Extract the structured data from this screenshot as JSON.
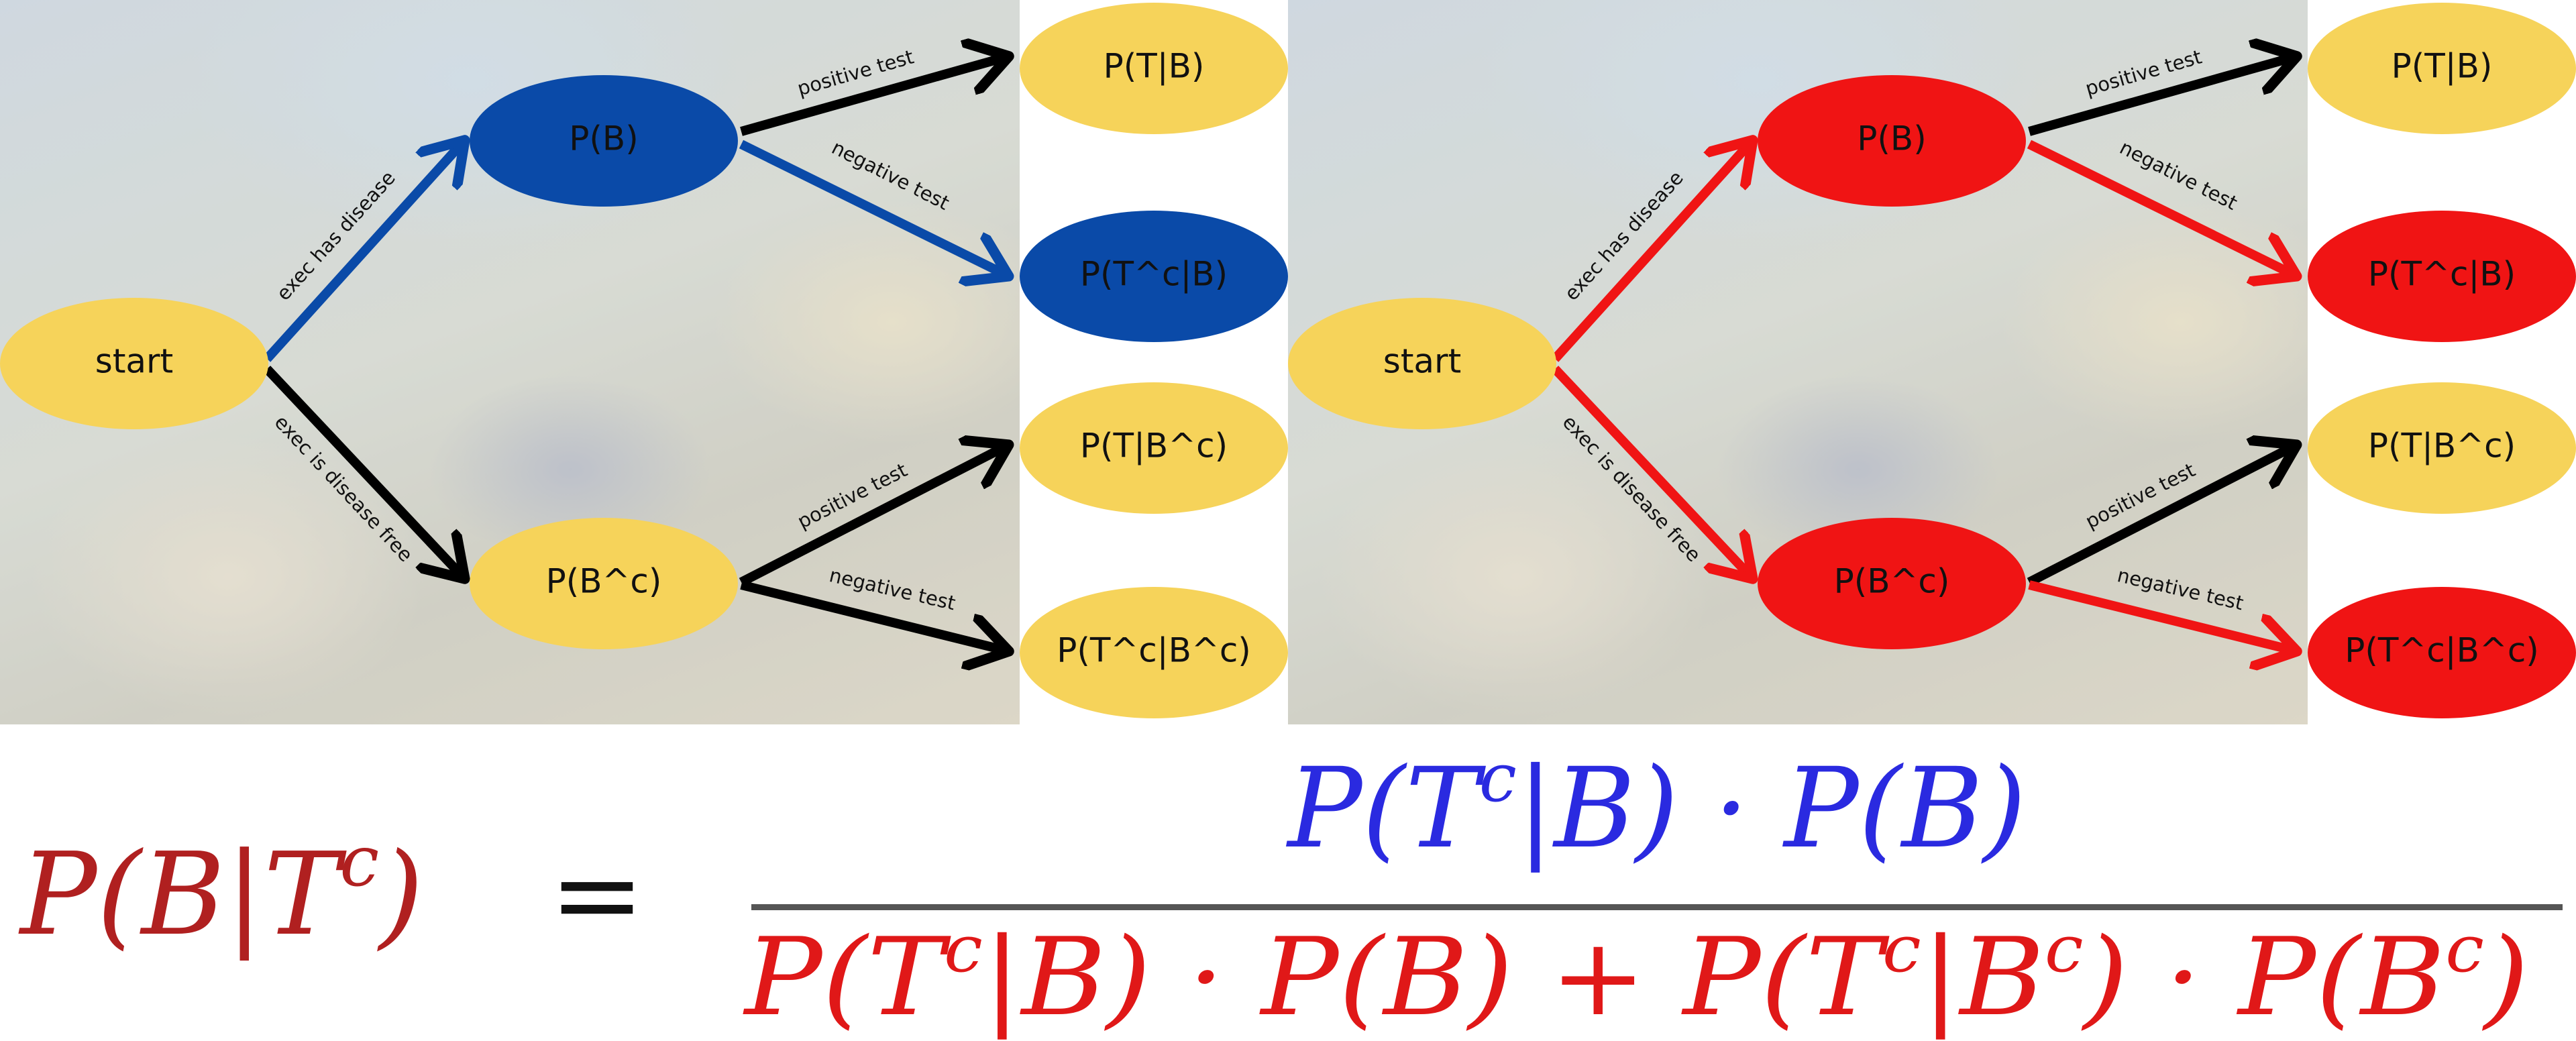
{
  "panels": [
    {
      "colors": {
        "branch": "#0a4aa8",
        "default_edge": "#000000",
        "highlight_node": "#0a4aa8",
        "default_node": "#f6d35a"
      },
      "nodes": {
        "start": "start",
        "b": "P(B)",
        "bc": "P(B^c)",
        "t_b": "P(T|B)",
        "tc_b": "P(T^c|B)",
        "t_bc": "P(T|B^c)",
        "tc_bc": "P(T^c|B^c)"
      },
      "edges": {
        "has_disease": "exec has disease",
        "disease_free": "exec is disease free",
        "pos_b": "positive test",
        "neg_b": "negative test",
        "pos_bc": "positive test",
        "neg_bc": "negative test"
      }
    },
    {
      "colors": {
        "branch": "#f01414",
        "default_edge": "#000000",
        "highlight_node": "#f01414",
        "default_node": "#f6d35a"
      },
      "nodes": {
        "start": "start",
        "b": "P(B)",
        "bc": "P(B^c)",
        "t_b": "P(T|B)",
        "tc_b": "P(T^c|B)",
        "t_bc": "P(T|B^c)",
        "tc_bc": "P(T^c|B^c)"
      },
      "edges": {
        "has_disease": "exec has disease",
        "disease_free": "exec is disease free",
        "pos_b": "positive test",
        "neg_b": "negative test",
        "pos_bc": "positive test",
        "neg_bc": "negative test"
      }
    }
  ],
  "formula": {
    "lhs": "P(B|T",
    "lhs_sup": "c",
    "lhs_close": ")",
    "equals": "=",
    "numerator": [
      "P(T",
      "c",
      "|B) · P(B)"
    ],
    "denominator": [
      "P(T",
      "c",
      "|B) · P(B) + P(T",
      "c",
      "|B",
      "c",
      ") · P(B",
      "c",
      ")"
    ],
    "colors": {
      "lhs": "#b02020",
      "numerator": "#2a2ae0",
      "denominator": "#e01818",
      "equals": "#111111"
    }
  }
}
